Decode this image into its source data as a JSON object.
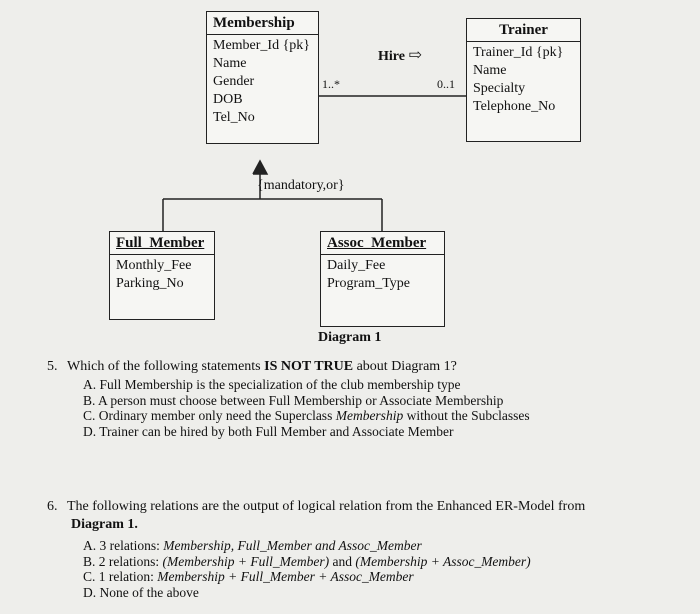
{
  "diagram": {
    "membership": {
      "title": "Membership",
      "attributes": [
        "Member_Id {pk}",
        "Name",
        "Gender",
        "DOB",
        "Tel_No"
      ]
    },
    "trainer": {
      "title": "Trainer",
      "attributes": [
        "Trainer_Id {pk}",
        "Name",
        "Specialty",
        "Telephone_No"
      ]
    },
    "relationship": {
      "label": "Hire",
      "arrow": "⇨",
      "multiplicity_left": "1..*",
      "multiplicity_right": "0..1"
    },
    "specialization_constraint": "{mandatory,or}",
    "full_member": {
      "title": "Full_Member",
      "attributes": [
        "Monthly_Fee",
        "Parking_No"
      ]
    },
    "assoc_member": {
      "title": "Assoc_Member",
      "attributes": [
        "Daily_Fee",
        "Program_Type"
      ]
    },
    "caption": "Diagram 1"
  },
  "question5": {
    "number": "5.",
    "text_before": "Which of the following statements ",
    "text_bold": "IS NOT TRUE",
    "text_after": " about Diagram 1?",
    "options": [
      {
        "letter": "A.",
        "text": "Full Membership is the specialization of the club membership type"
      },
      {
        "letter": "B.",
        "text": "A person must choose between Full Membership or Associate Membership"
      },
      {
        "letter": "C.",
        "text_before": "Ordinary member only need the Superclass ",
        "text_italic": "Membership",
        "text_after": " without the Subclasses"
      },
      {
        "letter": "D.",
        "text": "Trainer can be hired by both Full Member and Associate Member"
      }
    ]
  },
  "question6": {
    "number": "6.",
    "line1": "The following relations are the output of logical relation from the Enhanced ER-Model from",
    "line2": "Diagram 1.",
    "options": [
      {
        "letter": "A.",
        "prefix": "3 relations: ",
        "italic": "Membership, Full_Member and Assoc_Member"
      },
      {
        "letter": "B.",
        "prefix": "2 relations: ",
        "italic": "(Membership + Full_Member)",
        "middle": " and ",
        "italic2": "(Membership + Assoc_Member)"
      },
      {
        "letter": "C.",
        "prefix": "1 relation: ",
        "italic": "Membership + Full_Member + Assoc_Member"
      },
      {
        "letter": "D.",
        "prefix": "None of the above"
      }
    ]
  }
}
